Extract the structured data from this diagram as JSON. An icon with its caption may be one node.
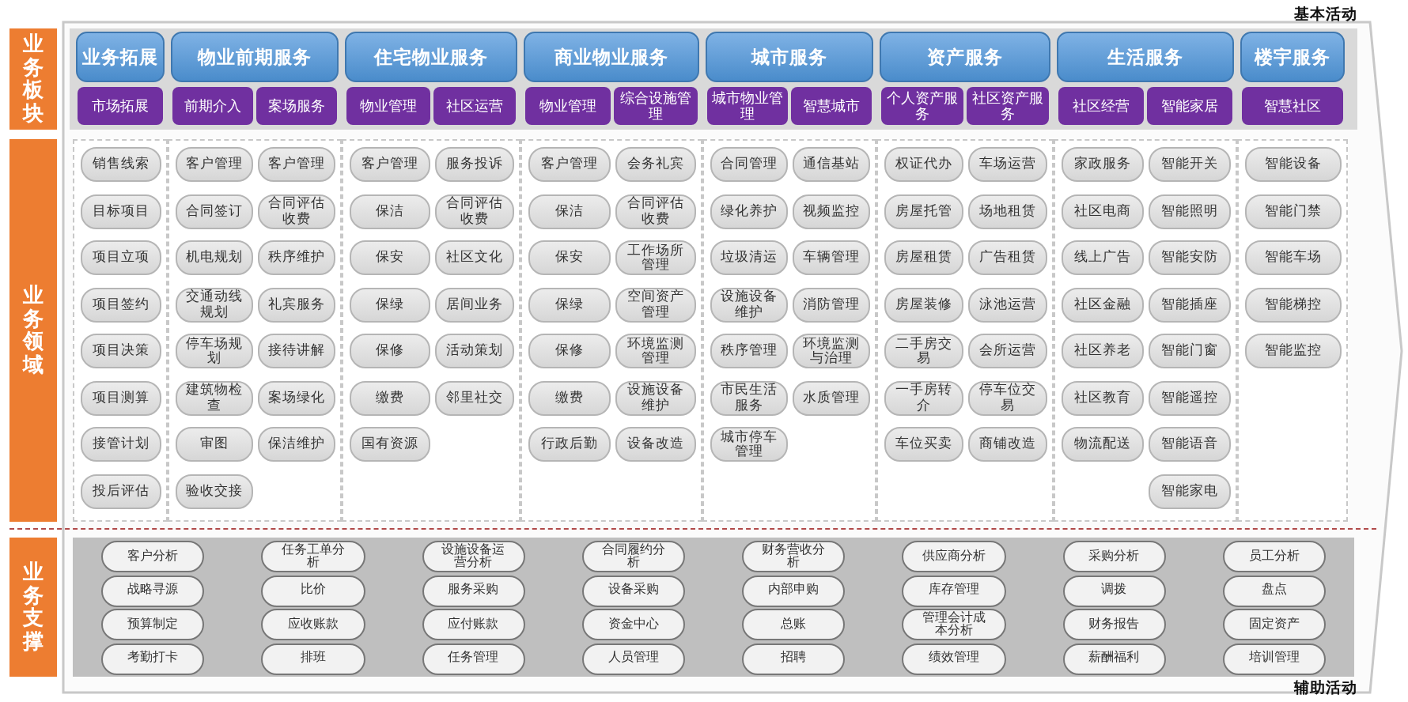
{
  "diagram": {
    "nodes": [
      {
        "text": [
          "业务板块"
        ]
      },
      {
        "text": [
          "业务拓展"
        ]
      },
      {
        "text": [
          "物业前期服务"
        ]
      },
      {
        "text": [
          "住宅物业服务"
        ]
      },
      {
        "text": [
          "商业物业服务"
        ]
      },
      {
        "text": [
          "城市服务"
        ]
      },
      {
        "text": [
          "资产服务"
        ]
      },
      {
        "text": [
          "生活服务"
        ]
      },
      {
        "text": [
          "楼宇服务"
        ]
      },
      {
        "text": [
          "市场拓展"
        ]
      },
      {
        "text": [
          "前期介入"
        ]
      },
      {
        "text": [
          "案场服务"
        ]
      },
      {
        "text": [
          "物业管理"
        ]
      },
      {
        "text": [
          "社区运营"
        ]
      },
      {
        "text": [
          "物业管理"
        ]
      },
      {
        "text": [
          "综合设施管理"
        ]
      },
      {
        "text": [
          "城市物业管理"
        ]
      },
      {
        "text": [
          "智慧城市"
        ]
      },
      {
        "text": [
          "个人资产服务"
        ]
      },
      {
        "text": [
          "社区资产服务"
        ]
      },
      {
        "text": [
          "社区经营"
        ]
      },
      {
        "text": [
          "智能家居"
        ]
      },
      {
        "text": [
          "智慧社区"
        ]
      },
      {
        "text": [
          "业务领域"
        ]
      },
      {
        "text": [],
        "shape": "box"
      },
      {
        "text": [
          "销售线索"
        ],
        "in": 24
      },
      {
        "text": [
          "目标项目"
        ],
        "in": 24
      },
      {
        "text": [
          "项目立项"
        ],
        "in": 24
      },
      {
        "text": [
          "项目签约"
        ],
        "in": 24
      },
      {
        "text": [
          "项目决策"
        ],
        "in": 24
      },
      {
        "text": [
          "项目测算"
        ],
        "in": 24
      },
      {
        "text": [
          "接管计划"
        ],
        "in": 24
      },
      {
        "text": [
          "投后评估"
        ],
        "in": 24
      },
      {
        "text": [],
        "shape": "box"
      },
      {
        "text": [
          "客户管理"
        ],
        "in": 33
      },
      {
        "text": [
          "客户管理"
        ],
        "in": 33
      },
      {
        "text": [
          "合同签订"
        ],
        "in": 33
      },
      {
        "text": [
          "合同评估收费"
        ],
        "in": 33
      },
      {
        "text": [
          "机电规划"
        ],
        "in": 33
      },
      {
        "text": [
          "秩序维护"
        ],
        "in": 33
      },
      {
        "text": [
          "交通动线规划"
        ],
        "in": 33
      },
      {
        "text": [
          "礼宾服务"
        ],
        "in": 33
      },
      {
        "text": [
          "停车场规划"
        ],
        "in": 33
      },
      {
        "text": [
          "接待讲解"
        ],
        "in": 33
      },
      {
        "text": [
          "建筑物检查"
        ],
        "in": 33
      },
      {
        "text": [
          "案场绿化"
        ],
        "in": 33
      },
      {
        "text": [
          "审图"
        ],
        "in": 33
      },
      {
        "text": [
          "保洁维护"
        ],
        "in": 33
      },
      {
        "text": [
          "验收交接"
        ],
        "in": 33
      },
      {
        "text": [],
        "shape": "box"
      },
      {
        "text": [
          "客户管理"
        ],
        "in": 49
      },
      {
        "text": [
          "服务投诉"
        ],
        "in": 49
      },
      {
        "text": [
          "保洁"
        ],
        "in": 49
      },
      {
        "text": [
          "合同评估收费"
        ],
        "in": 49
      },
      {
        "text": [
          "保安"
        ],
        "in": 49
      },
      {
        "text": [
          "社区文化"
        ],
        "in": 49
      },
      {
        "text": [
          "保绿"
        ],
        "in": 49
      },
      {
        "text": [
          "居间业务"
        ],
        "in": 49
      },
      {
        "text": [
          "保修"
        ],
        "in": 49
      },
      {
        "text": [
          "活动策划"
        ],
        "in": 49
      },
      {
        "text": [
          "缴费"
        ],
        "in": 49
      },
      {
        "text": [
          "邻里社交"
        ],
        "in": 49
      },
      {
        "text": [
          "国有资源"
        ],
        "in": 49
      },
      {
        "text": [],
        "shape": "box"
      },
      {
        "text": [
          "客户管理"
        ],
        "in": 63
      },
      {
        "text": [
          "会务礼宾"
        ],
        "in": 63
      },
      {
        "text": [
          "保洁"
        ],
        "in": 63
      },
      {
        "text": [
          "合同评估收费"
        ],
        "in": 63
      },
      {
        "text": [
          "保安"
        ],
        "in": 63
      },
      {
        "text": [
          "工作场所管理"
        ],
        "in": 63
      },
      {
        "text": [
          "保绿"
        ],
        "in": 63
      },
      {
        "text": [
          "空间资产管理"
        ],
        "in": 63
      },
      {
        "text": [
          "保修"
        ],
        "in": 63
      },
      {
        "text": [
          "环境监测管理"
        ],
        "in": 63
      },
      {
        "text": [
          "缴费"
        ],
        "in": 63
      },
      {
        "text": [
          "设施设备维护"
        ],
        "in": 63
      },
      {
        "text": [
          "行政后勤"
        ],
        "in": 63
      },
      {
        "text": [
          "设备改造"
        ],
        "in": 63
      },
      {
        "text": [],
        "shape": "box"
      },
      {
        "text": [
          "合同管理"
        ],
        "in": 78
      },
      {
        "text": [
          "通信基站"
        ],
        "in": 78
      },
      {
        "text": [
          "绿化养护"
        ],
        "in": 78
      },
      {
        "text": [
          "视频监控"
        ],
        "in": 78
      },
      {
        "text": [
          "垃圾清运"
        ],
        "in": 78
      },
      {
        "text": [
          "车辆管理"
        ],
        "in": 78
      },
      {
        "text": [
          "设施设备维护"
        ],
        "in": 78
      },
      {
        "text": [
          "消防管理"
        ],
        "in": 78
      },
      {
        "text": [
          "秩序管理"
        ],
        "in": 78
      },
      {
        "text": [
          "环境监测与治理"
        ],
        "in": 78
      },
      {
        "text": [
          "市民生活服务"
        ],
        "in": 78
      },
      {
        "text": [
          "水质管理"
        ],
        "in": 78
      },
      {
        "text": [
          "城市停车管理"
        ],
        "in": 78
      },
      {
        "text": [],
        "shape": "box"
      },
      {
        "text": [
          "权证代办"
        ],
        "in": 92
      },
      {
        "text": [
          "车场运营"
        ],
        "in": 92
      },
      {
        "text": [
          "房屋托管"
        ],
        "in": 92
      },
      {
        "text": [
          "场地租赁"
        ],
        "in": 92
      },
      {
        "text": [
          "房屋租赁"
        ],
        "in": 92
      },
      {
        "text": [
          "广告租赁"
        ],
        "in": 92
      },
      {
        "text": [
          "房屋装修"
        ],
        "in": 92
      },
      {
        "text": [
          "泳池运营"
        ],
        "in": 92
      },
      {
        "text": [
          "二手房交易"
        ],
        "in": 92
      },
      {
        "text": [
          "会所运营"
        ],
        "in": 92
      },
      {
        "text": [
          "一手房转介"
        ],
        "in": 92
      },
      {
        "text": [
          "停车位交易"
        ],
        "in": 92
      },
      {
        "text": [
          "车位买卖"
        ],
        "in": 92
      },
      {
        "text": [
          "商铺改造"
        ],
        "in": 92
      },
      {
        "text": [],
        "shape": "box"
      },
      {
        "text": [
          "家政服务"
        ],
        "in": 107
      },
      {
        "text": [
          "智能开关"
        ],
        "in": 107
      },
      {
        "text": [
          "社区电商"
        ],
        "in": 107
      },
      {
        "text": [
          "智能照明"
        ],
        "in": 107
      },
      {
        "text": [
          "线上广告"
        ],
        "in": 107
      },
      {
        "text": [
          "智能安防"
        ],
        "in": 107
      },
      {
        "text": [
          "社区金融"
        ],
        "in": 107
      },
      {
        "text": [
          "智能插座"
        ],
        "in": 107
      },
      {
        "text": [
          "社区养老"
        ],
        "in": 107
      },
      {
        "text": [
          "智能门窗"
        ],
        "in": 107
      },
      {
        "text": [
          "社区教育"
        ],
        "in": 107
      },
      {
        "text": [
          "智能遥控"
        ],
        "in": 107
      },
      {
        "text": [
          "物流配送"
        ],
        "in": 107
      },
      {
        "text": [
          "智能语音"
        ],
        "in": 107
      },
      {
        "text": [
          "智能家电"
        ],
        "in": 107
      },
      {
        "text": [],
        "shape": "box"
      },
      {
        "text": [
          "智能设备"
        ],
        "in": 123
      },
      {
        "text": [
          "智能门禁"
        ],
        "in": 123
      },
      {
        "text": [
          "智能车场"
        ],
        "in": 123
      },
      {
        "text": [
          "智能梯控"
        ],
        "in": 123
      },
      {
        "text": [
          "智能监控"
        ],
        "in": 123
      },
      {
        "text": [
          "业务支撑"
        ]
      },
      {
        "text": [],
        "shape": "box"
      },
      {
        "text": [
          "客户分析"
        ],
        "in": 130
      },
      {
        "text": [
          "任务工单分析"
        ],
        "in": 130
      },
      {
        "text": [
          "设施设备运营分析"
        ],
        "in": 130
      },
      {
        "text": [
          "合同履约分析"
        ],
        "in": 130
      },
      {
        "text": [
          "财务营收分析"
        ],
        "in": 130
      },
      {
        "text": [
          "供应商分析"
        ],
        "in": 130
      },
      {
        "text": [
          "采购分析"
        ],
        "in": 130
      },
      {
        "text": [
          "员工分析"
        ],
        "in": 130
      },
      {
        "text": [
          "战略寻源"
        ],
        "in": 130
      },
      {
        "text": [
          "比价"
        ],
        "in": 130
      },
      {
        "text": [
          "服务采购"
        ],
        "in": 130
      },
      {
        "text": [
          "设备采购"
        ],
        "in": 130
      },
      {
        "text": [
          "内部申购"
        ],
        "in": 130
      },
      {
        "text": [
          "库存管理"
        ],
        "in": 130
      },
      {
        "text": [
          "调拨"
        ],
        "in": 130
      },
      {
        "text": [
          "盘点"
        ],
        "in": 130
      },
      {
        "text": [
          "预算制定"
        ],
        "in": 130
      },
      {
        "text": [
          "应收账款"
        ],
        "in": 130
      },
      {
        "text": [
          "应付账款"
        ],
        "in": 130
      },
      {
        "text": [
          "资金中心"
        ],
        "in": 130
      },
      {
        "text": [
          "总账"
        ],
        "in": 130
      },
      {
        "text": [
          "管理会计成本分析"
        ],
        "in": 130
      },
      {
        "text": [
          "财务报告"
        ],
        "in": 130
      },
      {
        "text": [
          "固定资产"
        ],
        "in": 130
      },
      {
        "text": [
          "考勤打卡"
        ],
        "in": 130
      },
      {
        "text": [
          "排班"
        ],
        "in": 130
      },
      {
        "text": [
          "任务管理"
        ],
        "in": 130
      },
      {
        "text": [
          "人员管理"
        ],
        "in": 130
      },
      {
        "text": [
          "招聘"
        ],
        "in": 130
      },
      {
        "text": [
          "绩效管理"
        ],
        "in": 130
      },
      {
        "text": [
          "薪酬福利"
        ],
        "in": 130
      },
      {
        "text": [
          "培训管理"
        ],
        "in": 130
      }
    ],
    "labels": [
      "基本活动",
      "辅助活动"
    ]
  }
}
